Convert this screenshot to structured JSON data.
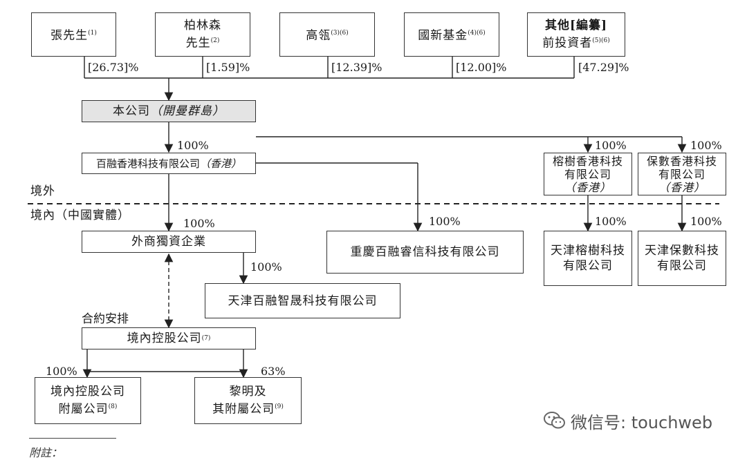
{
  "shareholders": [
    {
      "line1": "張先生",
      "line2": "",
      "note": "(1)",
      "pct": "[26.73]%"
    },
    {
      "line1": "柏林森",
      "line2": "先生",
      "note": "(2)",
      "pct": "[1.59]%"
    },
    {
      "line1": "高瓴",
      "line2": "",
      "note": "(3)(6)",
      "pct": "[12.39]%"
    },
    {
      "line1": "國新基金",
      "line2": "",
      "note": "(4)(6)",
      "pct": "[12.00]%"
    },
    {
      "line1": "其他[編纂]",
      "line2": "前投資者",
      "note": "(5)(6)",
      "pct": "[47.29]%"
    }
  ],
  "company": {
    "name": "本公司",
    "place": "（開曼群島）"
  },
  "offshore": {
    "baironghk": {
      "name": "百融香港科技有限公司",
      "place": "（香港）",
      "pct": "100%"
    },
    "rongshuhk": {
      "line1": "榕樹香港科技",
      "line2": "有限公司",
      "place": "（香港）",
      "pct": "100%"
    },
    "baoshuhk": {
      "line1": "保數香港科技",
      "line2": "有限公司",
      "place": "（香港）",
      "pct": "100%"
    }
  },
  "regions": {
    "outside": "境外",
    "inside": "境內（中國實體）"
  },
  "onshore": {
    "wfoe": {
      "name": "外商獨資企業",
      "pct": "100%"
    },
    "chongqing": {
      "name": "重慶百融睿信科技有限公司",
      "pct": "100%"
    },
    "tianjin_zhisheng": {
      "name": "天津百融智晟科技有限公司",
      "pct": "100%"
    },
    "tianjin_rongshu": {
      "line1": "天津榕樹科技",
      "line2": "有限公司",
      "pct": "100%"
    },
    "tianjin_baoshu": {
      "line1": "天津保數科技",
      "line2": "有限公司",
      "pct": "100%"
    },
    "contractual": "合約安排",
    "opco": {
      "name": "境內控股公司",
      "note": "(7)"
    },
    "opco_subs": {
      "line1": "境內控股公司",
      "line2": "附屬公司",
      "note": "(8)",
      "pct": "100%"
    },
    "liming": {
      "line1": "黎明及",
      "line2": "其附屬公司",
      "note": "(9)",
      "pct": "63%"
    }
  },
  "footnote": "附註：",
  "watermark": {
    "icon": "wechat-icon",
    "text": "微信号: touchweb"
  }
}
